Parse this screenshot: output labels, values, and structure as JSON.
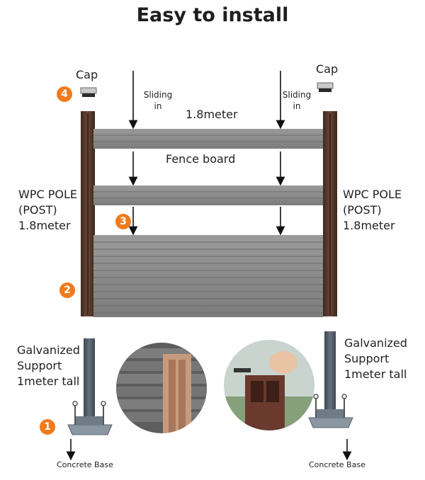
{
  "title": "Easy to install",
  "cap_left": "Cap",
  "cap_right": "Cap",
  "sliding_left": [
    "Sliding",
    "in"
  ],
  "sliding_right": [
    "Sliding",
    "in"
  ],
  "board_length": "1.8meter",
  "fence_board": "Fence board",
  "pole_left": [
    "WPC POLE",
    "(POST)",
    "1.8meter"
  ],
  "pole_right": [
    "WPC POLE",
    "(POST)",
    "1.8meter"
  ],
  "support_left": [
    "Galvanized",
    "Support",
    "1meter tall"
  ],
  "support_right": [
    "Galvanized",
    "Support",
    "1meter tall"
  ],
  "concrete_left": "Concrete Base",
  "concrete_right": "Concrete Base",
  "steps": [
    "1",
    "2",
    "3",
    "4"
  ],
  "colors": {
    "accent": "#f07a1c",
    "board": "#8a8a8a",
    "post": "#5a3a2c",
    "steel": "#4f5a66"
  }
}
